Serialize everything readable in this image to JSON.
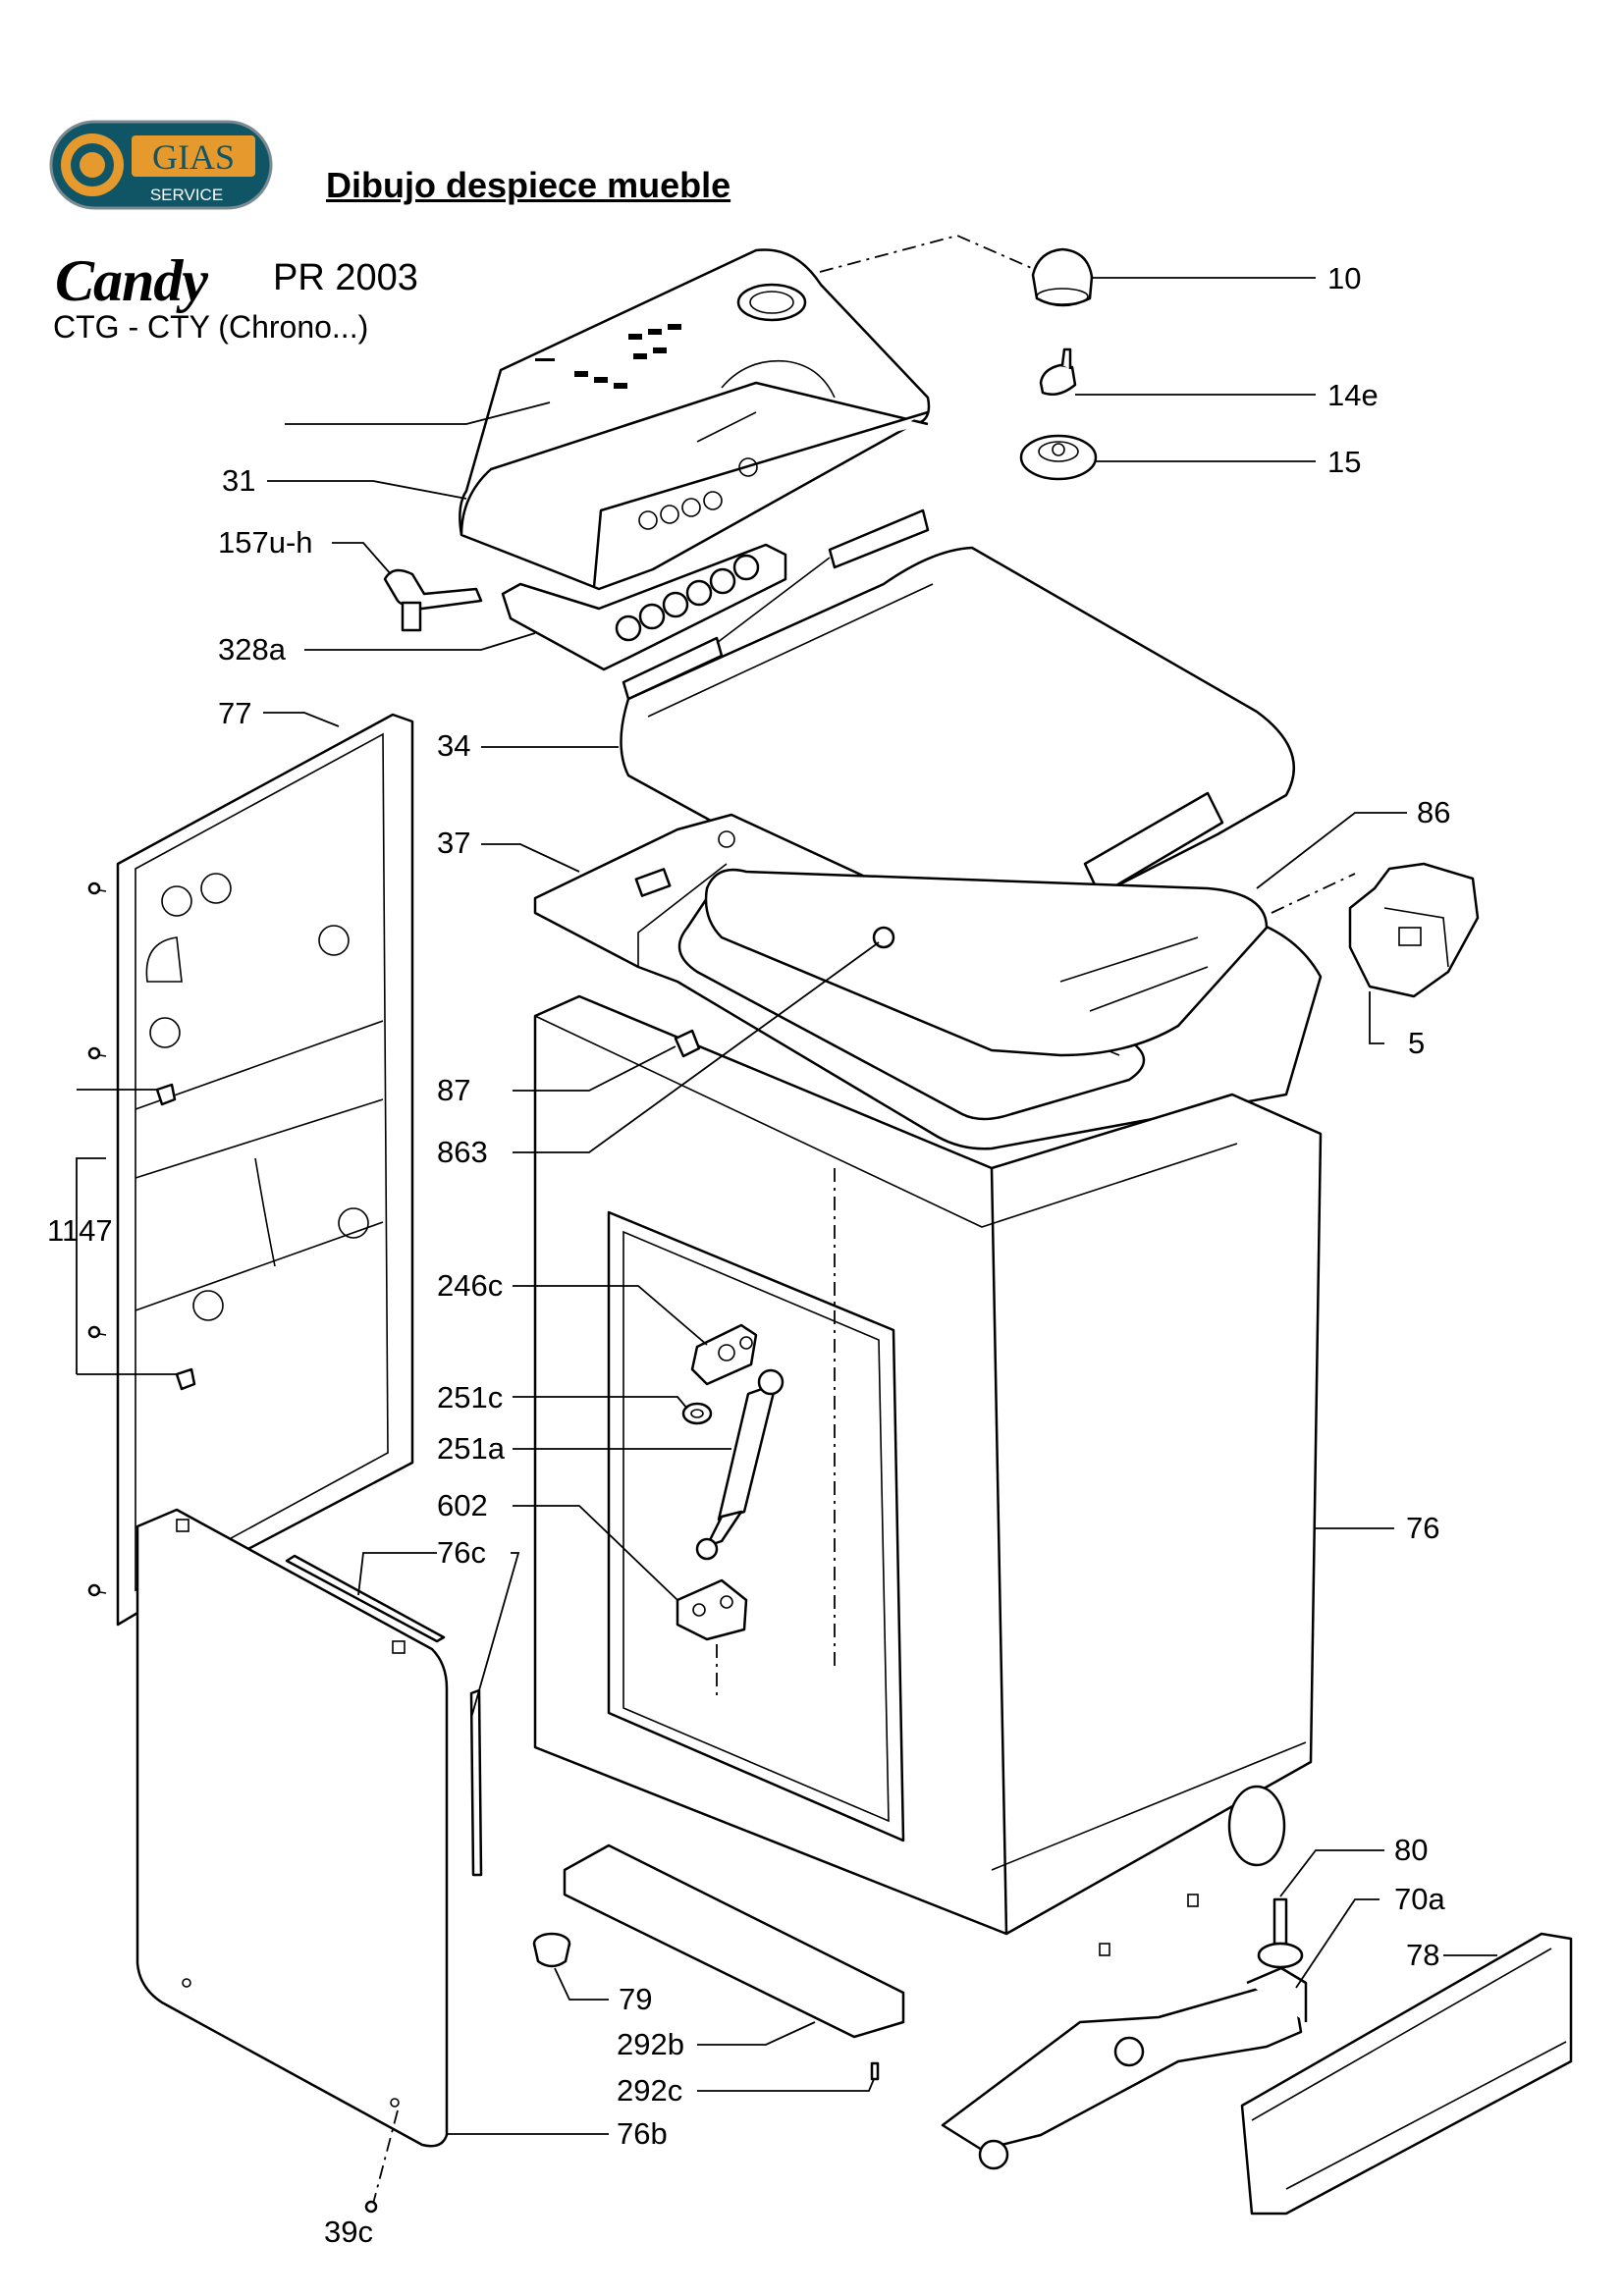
{
  "header": {
    "logo_text": "GIAS",
    "logo_subtext": "SERVICE",
    "title": "Dibujo despiece mueble",
    "brand": "Candy",
    "model": "PR 2003",
    "subtitle": "CTG - CTY (Chrono...)"
  },
  "colors": {
    "logo_bg": "#0f5566",
    "logo_accent": "#e69a2e",
    "line": "#000000"
  },
  "parts": [
    {
      "id": "10"
    },
    {
      "id": "14e"
    },
    {
      "id": "15"
    },
    {
      "id": "31"
    },
    {
      "id": "157u-h"
    },
    {
      "id": "328a"
    },
    {
      "id": "77"
    },
    {
      "id": "34"
    },
    {
      "id": "86"
    },
    {
      "id": "37"
    },
    {
      "id": "5"
    },
    {
      "id": "87"
    },
    {
      "id": "863"
    },
    {
      "id": "1147"
    },
    {
      "id": "246c"
    },
    {
      "id": "251c"
    },
    {
      "id": "251a"
    },
    {
      "id": "602"
    },
    {
      "id": "76"
    },
    {
      "id": "76c"
    },
    {
      "id": "80"
    },
    {
      "id": "70a"
    },
    {
      "id": "78"
    },
    {
      "id": "79"
    },
    {
      "id": "292b"
    },
    {
      "id": "292c"
    },
    {
      "id": "76b"
    },
    {
      "id": "39c"
    }
  ]
}
